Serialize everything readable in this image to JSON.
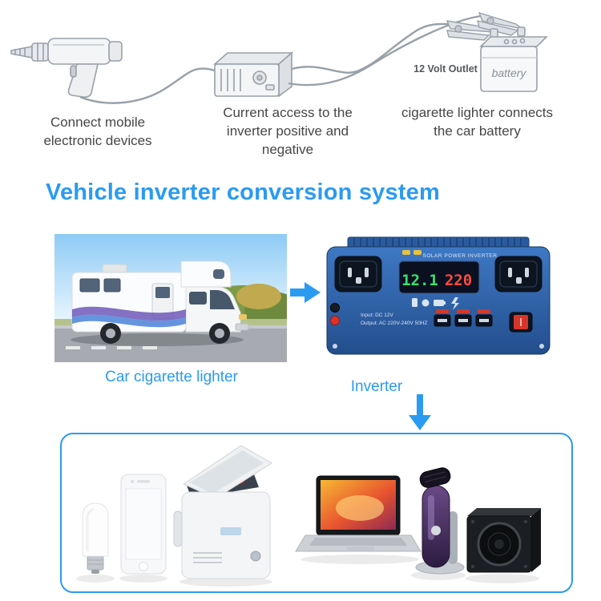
{
  "colors": {
    "accent_blue": "#2a9bf0",
    "caption_gray": "#464646",
    "inverter_body_blue": "#2e5fa8"
  },
  "steps": {
    "step1_caption": "Connect mobile electronic devices",
    "step2_caption": "Current access to the inverter positive and negative",
    "step3_caption": "cigarette lighter connects the car battery",
    "outlet_label": "12 Volt Outlet",
    "battery_label": "battery"
  },
  "heading": {
    "title": "Vehicle inverter conversion system"
  },
  "flow": {
    "source_caption": "Car cigarette lighter",
    "device_caption": "Inverter"
  },
  "inverter_device": {
    "brand": "SOLAR POWER INVERTER",
    "display_input_voltage": "12.1",
    "display_output_voltage": "220",
    "spec_line1": "Input: DC 12V",
    "spec_line2": "Output: AC 220V-240V 50HZ"
  }
}
